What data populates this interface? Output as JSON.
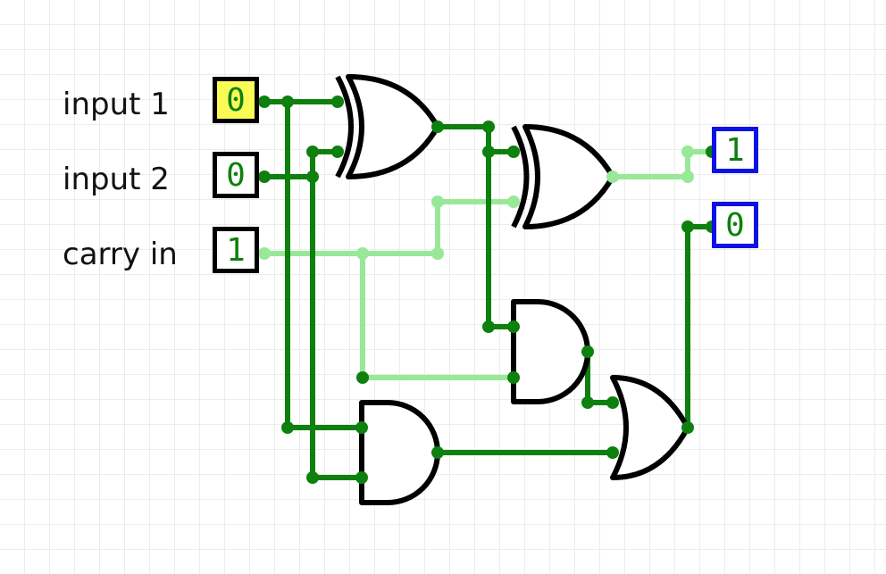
{
  "inputs": [
    {
      "label": "input 1",
      "value": "0",
      "selected": true
    },
    {
      "label": "input 2",
      "value": "0",
      "selected": false
    },
    {
      "label": "carry in",
      "value": "1",
      "selected": false
    }
  ],
  "outputs": [
    {
      "value": "1"
    },
    {
      "value": "0"
    }
  ],
  "gates": [
    {
      "type": "xor",
      "name": "xor-gate-1"
    },
    {
      "type": "xor",
      "name": "xor-gate-2"
    },
    {
      "type": "and",
      "name": "and-gate-1"
    },
    {
      "type": "and",
      "name": "and-gate-2"
    },
    {
      "type": "or",
      "name": "or-gate"
    }
  ],
  "colors": {
    "wire_on": "#98e898",
    "wire_off": "#0e800e",
    "input_border": "#000000",
    "output_border": "#0a12e6",
    "selected_fill": "#fbfb55",
    "value_text": "#0e800e"
  }
}
